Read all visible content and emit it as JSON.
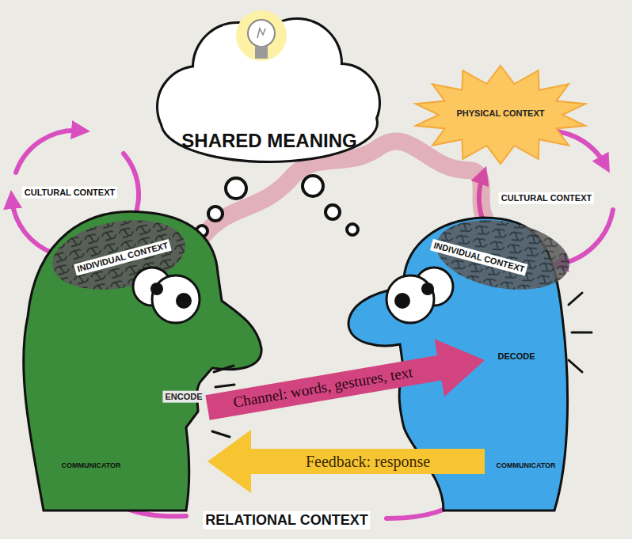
{
  "diagram": {
    "nodes": [
      {
        "text": [
          "SHARED MEANING"
        ]
      },
      {
        "text": [
          "PHYSICAL CONTEXT"
        ]
      },
      {
        "text": [
          "INDIVIDUAL CONTEXT",
          "ENCODE",
          "COMMUNICATOR"
        ]
      },
      {
        "text": [
          "INDIVIDUAL CONTEXT",
          "DECODE",
          "COMMUNICATOR"
        ]
      }
    ],
    "edges": [
      {
        "from": 2,
        "to": 3,
        "label": "Channel: words, gestures, text",
        "arrow": "to"
      },
      {
        "from": 3,
        "to": 2,
        "label": "Feedback: response",
        "arrow": "to"
      }
    ],
    "labels": [
      "CULTURAL CONTEXT",
      "CULTURAL CONTEXT",
      "RELATIONAL CONTEXT"
    ]
  }
}
